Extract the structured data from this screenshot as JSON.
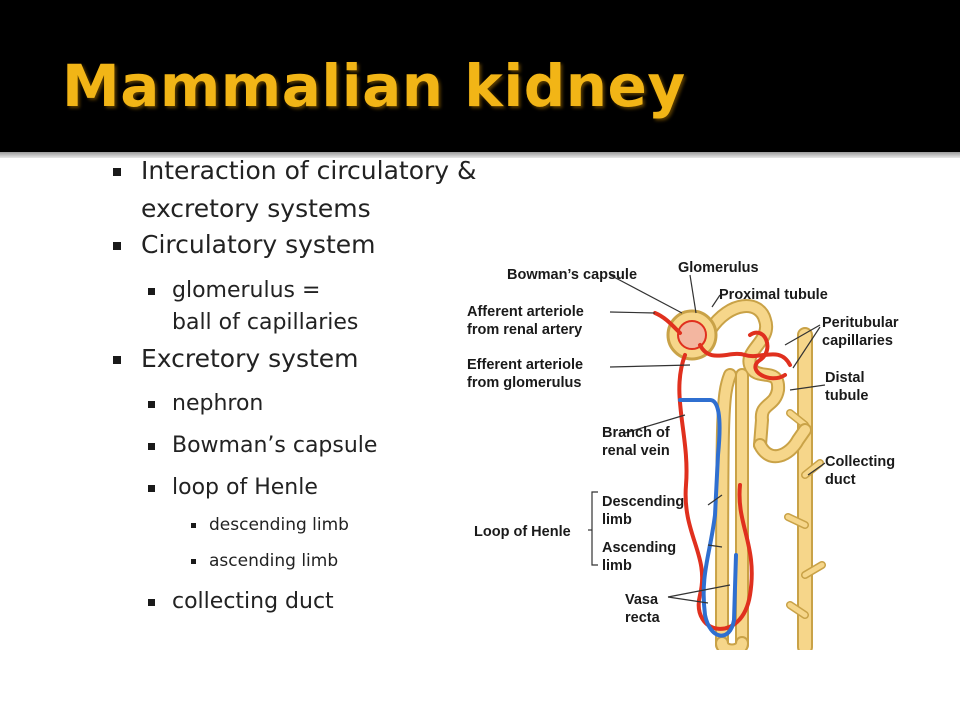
{
  "slide": {
    "title": "Mammalian kidney",
    "bullets": {
      "b1_line1": "Interaction of circulatory &",
      "b1_line2": "excretory systems",
      "b2": "Circulatory system",
      "b2a_line1": "glomerulus =",
      "b2a_line2": "ball of capillaries",
      "b3": "Excretory system",
      "b3a": "nephron",
      "b3b": "Bowman’s capsule",
      "b3c": "loop of Henle",
      "b3c1": "descending limb",
      "b3c2": "ascending limb",
      "b3d": "collecting duct"
    }
  },
  "diagram": {
    "labels": {
      "bowmans_capsule": "Bowman’s capsule",
      "glomerulus": "Glomerulus",
      "proximal_tubule": "Proximal tubule",
      "afferent_1": "Afferent arteriole",
      "afferent_2": "from renal artery",
      "peritubular_1": "Peritubular",
      "peritubular_2": "capillaries",
      "efferent_1": "Efferent arteriole",
      "efferent_2": "from glomerulus",
      "distal_1": "Distal",
      "distal_2": "tubule",
      "branch_1": "Branch of",
      "branch_2": "renal vein",
      "collecting_1": "Collecting",
      "collecting_2": "duct",
      "descending_1": "Descending",
      "descending_2": "limb",
      "loop": "Loop of Henle",
      "ascending_1": "Ascending",
      "ascending_2": "limb",
      "vasa_1": "Vasa",
      "vasa_2": "recta"
    },
    "colors": {
      "tubule": "#f6d68a",
      "tubule_outline": "#c9a247",
      "artery": "#e0301e",
      "vein": "#2f6fd0"
    }
  }
}
